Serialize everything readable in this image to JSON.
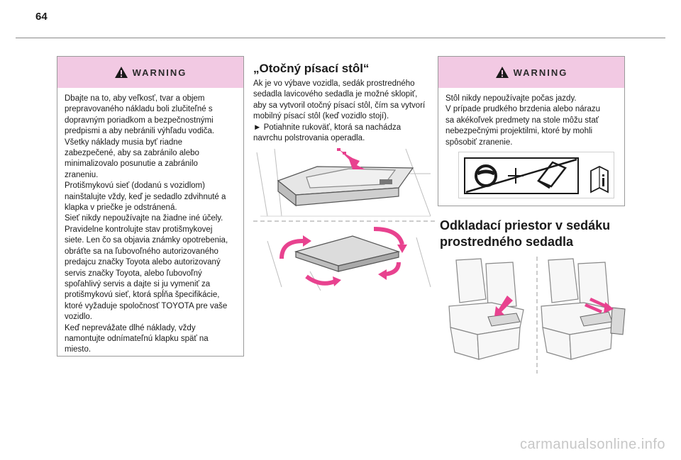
{
  "page": {
    "number": "64"
  },
  "warning_left": {
    "heading": "WARNING",
    "text": "Dbajte na to, aby veľkosť, tvar a objem\nprepravovaného nákladu boli zlučiteľné s\ndopravným poriadkom a bezpečnostnými\npredpismi a aby nebránili výhľadu vodiča.\nVšetky náklady musia byť riadne\nzabezpečené, aby sa zabránilo alebo\nminimalizovalo posunutie a zabránilo\nzraneniu.\nProtišmykovú sieť (dodanú s vozidlom)\nnainštalujte vždy, keď je sedadlo zdvihnuté a\nklapka v priečke je odstránená.\nSieť nikdy nepoužívajte na žiadne iné účely.\nPravidelne kontrolujte stav protišmykovej\nsiete. Len čo sa objavia známky opotrebenia,\nobráťte sa na ľubovoľného autorizovaného\npredajcu značky Toyota alebo autorizovaný\nservis značky Toyota, alebo ľubovoľný\nspoľahlivý servis a dajte si ju vymeniť za\nprotišmykovú sieť, ktorá spĺňa špecifikácie,\nktoré vyžaduje spoločnosť TOYOTA pre vaše\nvozidlo.\nKeď neprevážate dlhé náklady, vždy\nnamontujte odnímateľnú klapku späť na\nmiesto."
  },
  "swivel_table": {
    "title": "„Otočný písací stôl“",
    "text": "Ak je vo výbave vozidla, sedák prostredného\nsedadla lavicového sedadla je možné sklopiť,\naby sa vytvoril otočný písací stôl, čím sa vytvorí\nmobilný písací stôl (keď vozidlo stojí).\n►  Potiahnite rukoväť, ktorá sa nachádza\nnavrchu polstrovania operadla."
  },
  "warning_right": {
    "heading": "WARNING",
    "text": "Stôl nikdy nepoužívajte počas jazdy.\nV prípade prudkého brzdenia alebo nárazu\nsa akékoľvek predmety na stole môžu stať\nnebezpečnými projektilmi, ktoré by mohli\nspôsobiť zranenie."
  },
  "storage": {
    "title": "Odkladací priestor v sedáku prostredného sedadla"
  },
  "watermark": "carmanualsonline.info",
  "colors": {
    "warning_header": "#f2c9e3",
    "arrow": "#e8428f",
    "border": "#9a9a9a"
  },
  "icons": [
    "warning-triangle-icon",
    "steering-wheel-icon",
    "table-icon",
    "info-book-icon"
  ]
}
